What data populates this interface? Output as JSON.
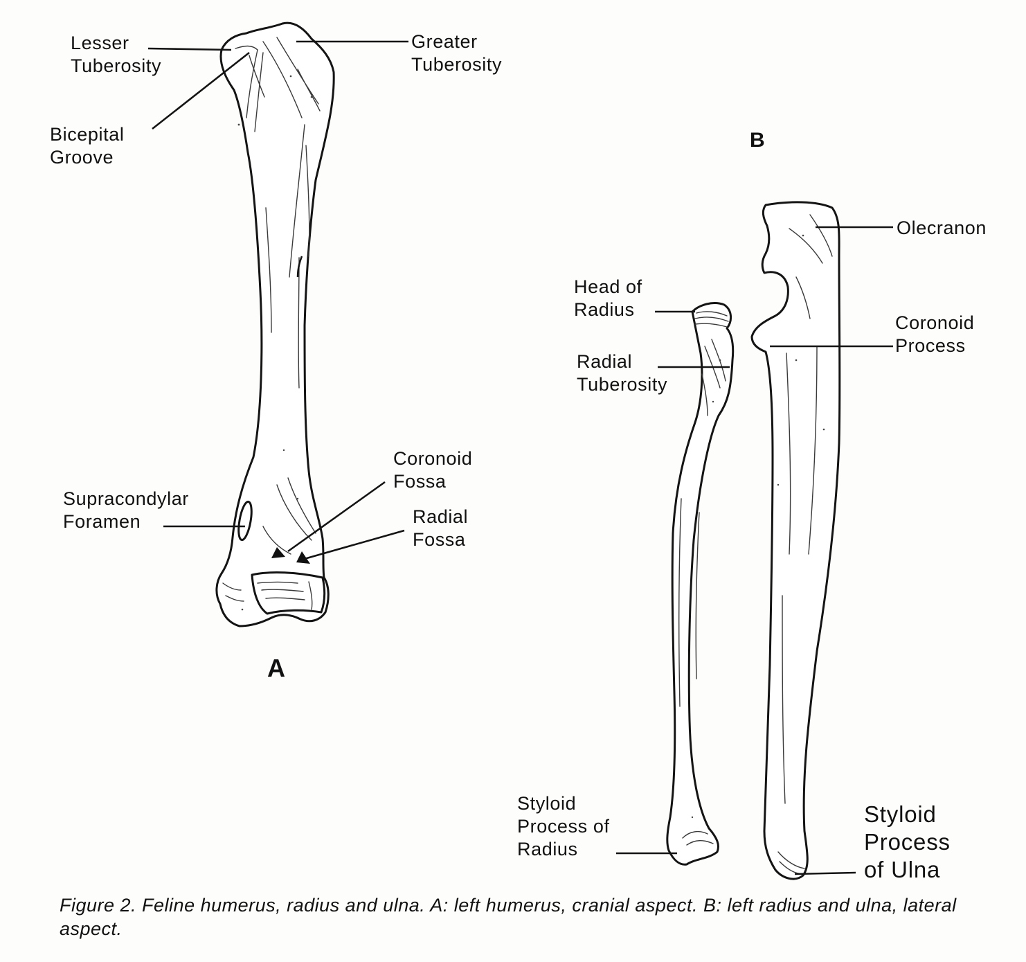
{
  "panels": {
    "a": "A",
    "b": "B"
  },
  "labels": {
    "lesser_tuberosity": [
      "Lesser",
      "Tuberosity"
    ],
    "greater_tuberosity": [
      "Greater",
      "Tuberosity"
    ],
    "bicepital_groove": [
      "Bicepital",
      "Groove"
    ],
    "supracondylar_foramen": [
      "Supracondylar",
      "Foramen"
    ],
    "coronoid_fossa": [
      "Coronoid",
      "Fossa"
    ],
    "radial_fossa": [
      "Radial",
      "Fossa"
    ],
    "olecranon": [
      "Olecranon"
    ],
    "head_of_radius": [
      "Head of",
      "Radius"
    ],
    "radial_tuberosity": [
      "Radial",
      "Tuberosity"
    ],
    "coronoid_process": [
      "Coronoid",
      "Process"
    ],
    "styloid_process_radius": [
      "Styloid",
      "Process of",
      "Radius"
    ],
    "styloid_process_ulna": [
      "Styloid",
      "Process",
      "of Ulna"
    ]
  },
  "caption": "Figure 2. Feline humerus, radius and ulna. A: left humerus, cranial aspect. B: left radius and ulna, lateral aspect."
}
